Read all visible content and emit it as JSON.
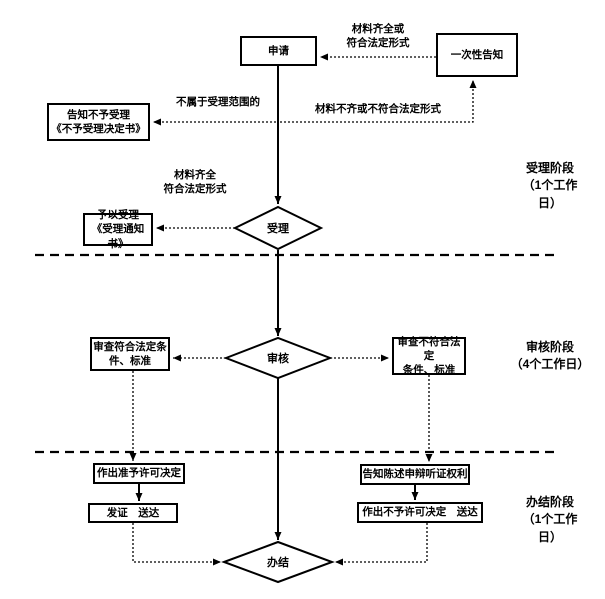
{
  "diagram": {
    "type": "flowchart",
    "nodes": {
      "apply": "申请",
      "one_time_notice": "一次性告知",
      "reject_notice": "告知不予受理\n《不予受理决定书》",
      "accept_decision": "受理",
      "accept_notice": "予以受理\n《受理通知书》",
      "review_decision": "审核",
      "review_pass": "审查符合法定条\n件、标准",
      "review_fail": "审查不符合法定\n条件、标准",
      "grant_decision": "作出准予许可决定",
      "issue_deliver": "发证　送达",
      "hearing_rights": "告知陈述申辩听证权利",
      "deny_deliver": "作出不予许可决定　送达",
      "complete": "办结"
    },
    "edge_labels": {
      "complete_or_legal": "材料齐全或\n符合法定形式",
      "out_of_scope": "不属于受理范围的",
      "incomplete_or_illegal": "材料不齐或不符合法定形式",
      "complete_legal": "材料齐全\n符合法定形式"
    },
    "stage_labels": {
      "accept_stage": "受理阶段\n（1个工作\n日）",
      "review_stage": "审核阶段\n（4个工作日）",
      "complete_stage": "办结阶段\n（1个工作\n日）"
    },
    "colors": {
      "line": "#000000",
      "background": "#ffffff"
    }
  }
}
